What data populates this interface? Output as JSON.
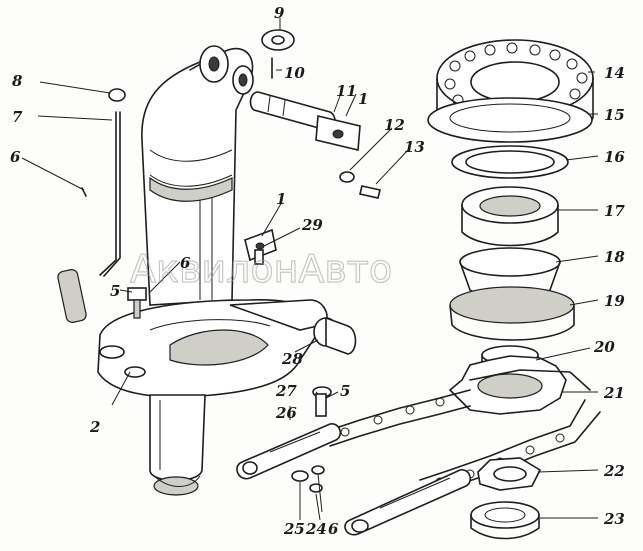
{
  "watermark": "АквилонАвто",
  "callouts": {
    "c1a": "1",
    "c1b": "1",
    "c2": "2",
    "c5a": "5",
    "c5b": "5",
    "c6a": "6",
    "c6b": "6",
    "c6c": "6",
    "c7": "7",
    "c8": "8",
    "c9": "9",
    "c10": "10",
    "c11": "11",
    "c12": "12",
    "c13": "13",
    "c14": "14",
    "c15": "15",
    "c16": "16",
    "c17": "17",
    "c18": "18",
    "c19": "19",
    "c20": "20",
    "c21": "21",
    "c22": "22",
    "c23": "23",
    "c24": "24",
    "c25": "25",
    "c26": "26",
    "c27": "27",
    "c28": "28",
    "c29": "29"
  }
}
